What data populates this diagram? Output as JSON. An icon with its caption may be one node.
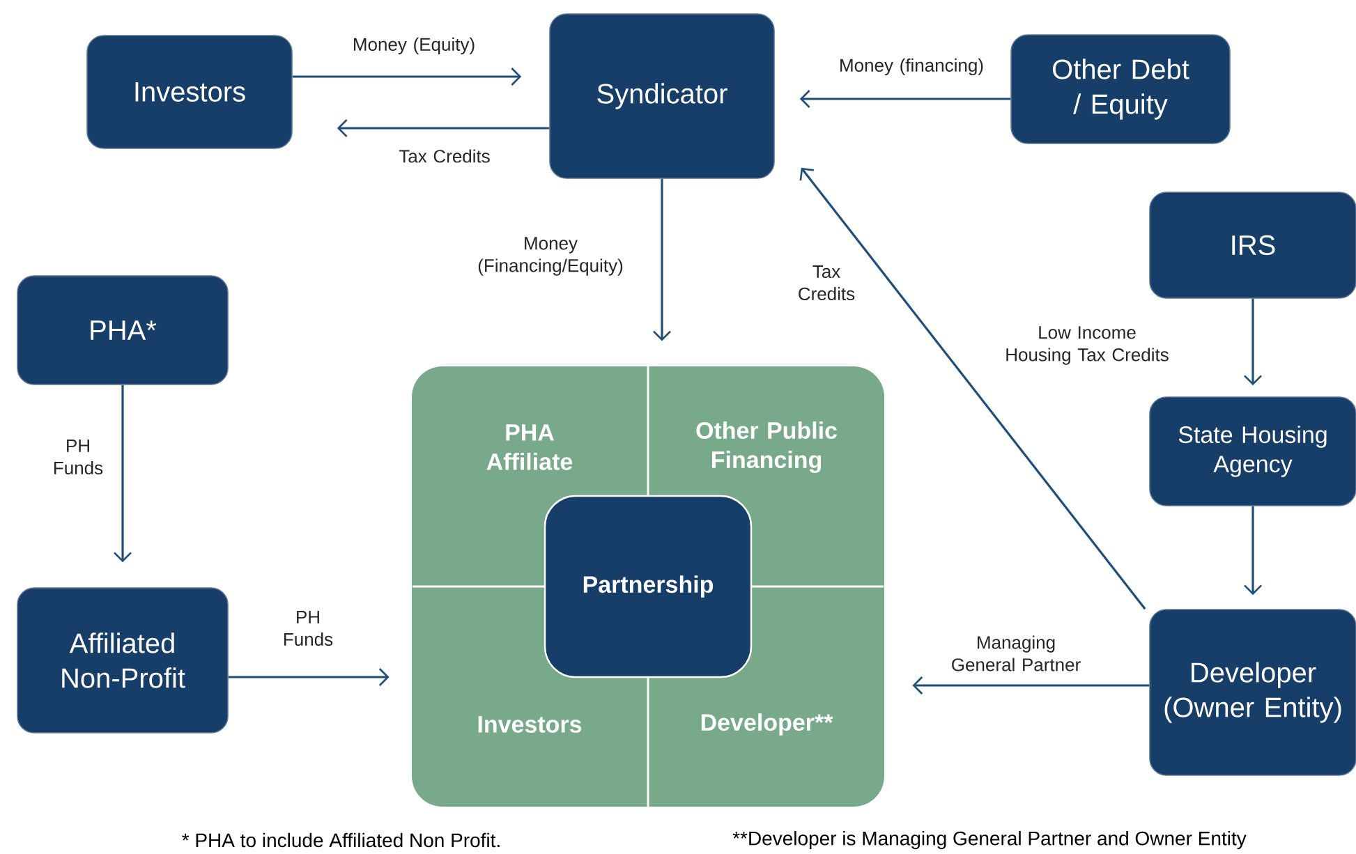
{
  "diagram": {
    "nodes": [
      {
        "text": [
          "Investors"
        ]
      },
      {
        "text": [
          "Syndicator"
        ]
      },
      {
        "text": [
          "Other Debt / Equity"
        ]
      },
      {
        "text": [
          "IRS"
        ]
      },
      {
        "text": [
          "PHA*"
        ]
      },
      {
        "text": [
          "State Housing Agency"
        ]
      },
      {
        "text": [],
        "shape": "box"
      },
      {
        "text": [
          "PHA Affiliate"
        ],
        "in": 6
      },
      {
        "text": [
          "Other Public Financing"
        ],
        "in": 6
      },
      {
        "text": [
          "Investors"
        ],
        "in": 6
      },
      {
        "text": [
          "Developer**"
        ],
        "in": 6
      },
      {
        "text": [
          "Partnership"
        ],
        "in": 6
      },
      {
        "text": [
          "Affiliated Non-Profit"
        ]
      },
      {
        "text": [
          "Developer (Owner Entity)"
        ]
      }
    ],
    "edges": [
      {
        "from": 0,
        "to": 1,
        "arrow": "to",
        "label": "Money (Equity)"
      },
      {
        "from": 1,
        "to": 0,
        "arrow": "to",
        "label": "Tax Credits"
      },
      {
        "from": 2,
        "to": 1,
        "arrow": "to",
        "label": "Money (financing)"
      },
      {
        "from": 1,
        "to": 6,
        "arrow": "to",
        "label": "Money (Financing/Equity)"
      },
      {
        "from": 13,
        "to": 1,
        "arrow": "to",
        "label": "Tax Credits"
      },
      {
        "from": 3,
        "to": 5,
        "arrow": "to",
        "label": "Low Income Housing Tax Credits"
      },
      {
        "from": 5,
        "to": 13,
        "arrow": "to"
      },
      {
        "from": 4,
        "to": 12,
        "arrow": "to",
        "label": "PH Funds"
      },
      {
        "from": 12,
        "to": 6,
        "arrow": "to",
        "label": "PH Funds"
      },
      {
        "from": 13,
        "to": 6,
        "arrow": "to",
        "label": "Managing General Partner"
      }
    ],
    "labels": [
      "* PHA to include Affiliated Non Profit.",
      "**Developer is Managing General Partner and Owner Entity"
    ]
  }
}
